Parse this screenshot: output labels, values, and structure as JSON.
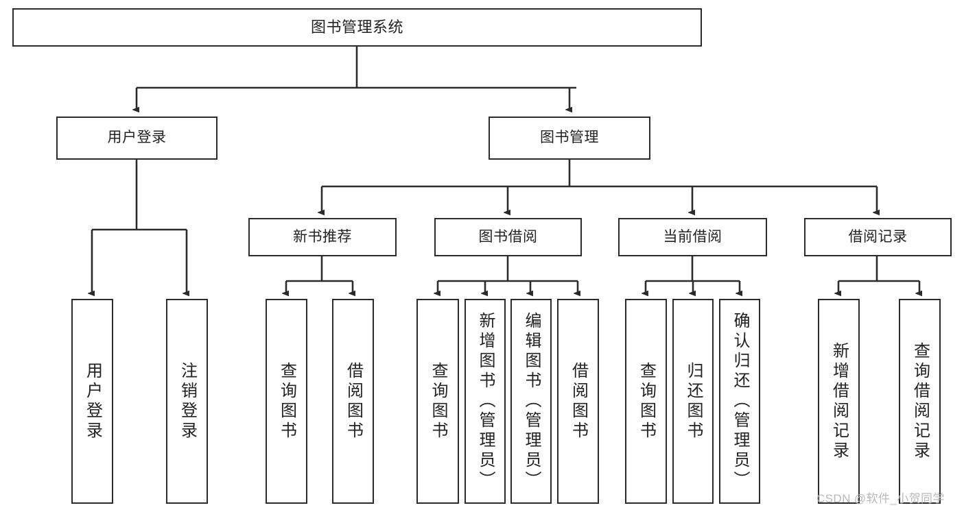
{
  "diagram": {
    "title": "图书管理系统",
    "type": "tree-hierarchy",
    "watermark": "CSDN @软件_小贺同学",
    "colors": {
      "stroke": "#2b2b2b",
      "fill": "#ffffff",
      "text": "#222222",
      "watermark": "#b9b9b9"
    },
    "root": {
      "label": "图书管理系统"
    },
    "level1": [
      {
        "label": "用户登录"
      },
      {
        "label": "图书管理"
      }
    ],
    "level2": [
      {
        "label": "新书推荐"
      },
      {
        "label": "图书借阅"
      },
      {
        "label": "当前借阅"
      },
      {
        "label": "借阅记录"
      }
    ],
    "leaves": {
      "user_login": [
        {
          "label": "用户登录"
        },
        {
          "label": "注销登录"
        }
      ],
      "new_book": [
        {
          "label": "查询图书"
        },
        {
          "label": "借阅图书"
        }
      ],
      "book_borrow": [
        {
          "label": "查询图书"
        },
        {
          "label": "新增图书（管理员）"
        },
        {
          "label": "编辑图书（管理员）"
        },
        {
          "label": "借阅图书"
        }
      ],
      "current_borrow": [
        {
          "label": "查询图书"
        },
        {
          "label": "归还图书"
        },
        {
          "label": "确认归还（管理员）"
        }
      ],
      "borrow_record": [
        {
          "label": "新增借阅记录"
        },
        {
          "label": "查询借阅记录"
        }
      ]
    }
  }
}
